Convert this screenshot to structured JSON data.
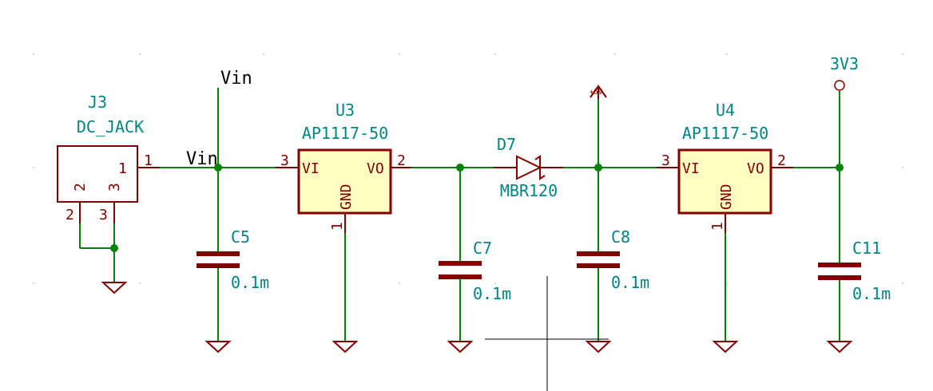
{
  "components": {
    "j3": {
      "ref": "J3",
      "value": "DC_JACK",
      "pin1": "1",
      "pin2": "2",
      "pin3": "3"
    },
    "u3": {
      "ref": "U3",
      "value": "AP1117-50",
      "pin_vi": "VI",
      "pin_vo": "VO",
      "pin_gnd": "GND",
      "pin1": "1",
      "pin2": "2",
      "pin3": "3"
    },
    "u4": {
      "ref": "U4",
      "value": "AP1117-50",
      "pin_vi": "VI",
      "pin_vo": "VO",
      "pin_gnd": "GND",
      "pin1": "1",
      "pin2": "2",
      "pin3": "3"
    },
    "d7": {
      "ref": "D7",
      "value": "MBR120"
    },
    "c5": {
      "ref": "C5",
      "value": "0.1m"
    },
    "c7": {
      "ref": "C7",
      "value": "0.1m"
    },
    "c8": {
      "ref": "C8",
      "value": "0.1m"
    },
    "c11": {
      "ref": "C11",
      "value": "0.1m"
    }
  },
  "nets": {
    "vin_power": "Vin",
    "vin_label": "Vin",
    "plus5v": "+5V",
    "rail_3v3": "3V3"
  },
  "colors": {
    "wire": "#008400",
    "component": "#840000",
    "reference_text": "#008484",
    "ic_body_fill": "#ffffc2",
    "background": "#ffffff"
  }
}
